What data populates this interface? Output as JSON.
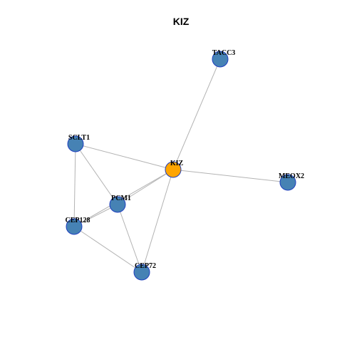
{
  "title": "KIZ",
  "colors": {
    "hub_node": "#FFA500",
    "other_node": "#4682B4",
    "node_border": "#1F3FBF",
    "edge": "#B3B3B3"
  },
  "nodes": [
    {
      "id": "TACC3",
      "label": "TACC3",
      "role": "neighbor"
    },
    {
      "id": "SCLT1",
      "label": "SCLT1",
      "role": "neighbor"
    },
    {
      "id": "KIZ",
      "label": "KIZ",
      "role": "hub"
    },
    {
      "id": "MEOX2",
      "label": "MEOX2",
      "role": "neighbor"
    },
    {
      "id": "PCM1",
      "label": "PCM1",
      "role": "neighbor"
    },
    {
      "id": "CEP128",
      "label": "CEP128",
      "role": "neighbor"
    },
    {
      "id": "CEP72",
      "label": "CEP72",
      "role": "neighbor"
    }
  ],
  "edges": [
    {
      "source": "KIZ",
      "target": "TACC3"
    },
    {
      "source": "KIZ",
      "target": "SCLT1"
    },
    {
      "source": "KIZ",
      "target": "MEOX2"
    },
    {
      "source": "KIZ",
      "target": "PCM1"
    },
    {
      "source": "KIZ",
      "target": "CEP128"
    },
    {
      "source": "KIZ",
      "target": "CEP72"
    },
    {
      "source": "SCLT1",
      "target": "PCM1"
    },
    {
      "source": "SCLT1",
      "target": "CEP128"
    },
    {
      "source": "PCM1",
      "target": "CEP128"
    },
    {
      "source": "PCM1",
      "target": "CEP72"
    },
    {
      "source": "CEP128",
      "target": "CEP72"
    }
  ]
}
